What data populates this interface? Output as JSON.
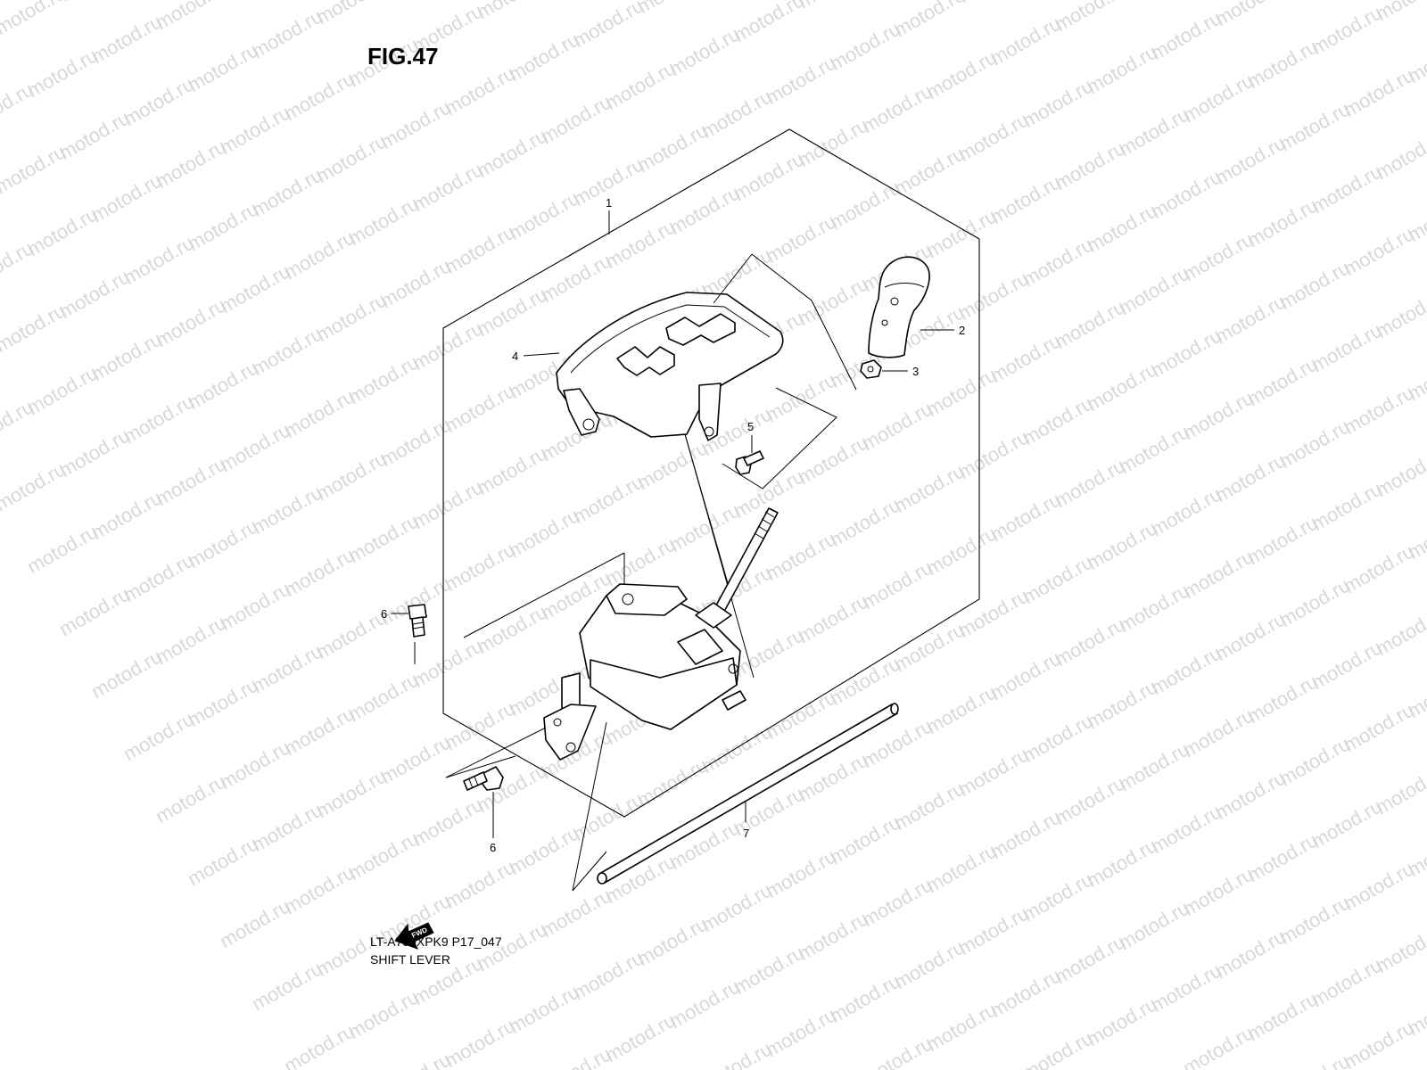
{
  "figure": {
    "title": "FIG.47"
  },
  "watermark": {
    "text": "motod.ru"
  },
  "callouts": [
    {
      "id": "1",
      "label": "1"
    },
    {
      "id": "2",
      "label": "2"
    },
    {
      "id": "3",
      "label": "3"
    },
    {
      "id": "4",
      "label": "4"
    },
    {
      "id": "5",
      "label": "5"
    },
    {
      "id": "6a",
      "label": "6"
    },
    {
      "id": "6b",
      "label": "6"
    },
    {
      "id": "7",
      "label": "7"
    }
  ],
  "direction_marker": {
    "label": "FWD"
  },
  "footer": {
    "model_code": "LT-A750XPK9 P17_047",
    "section_name": "SHIFT LEVER"
  }
}
